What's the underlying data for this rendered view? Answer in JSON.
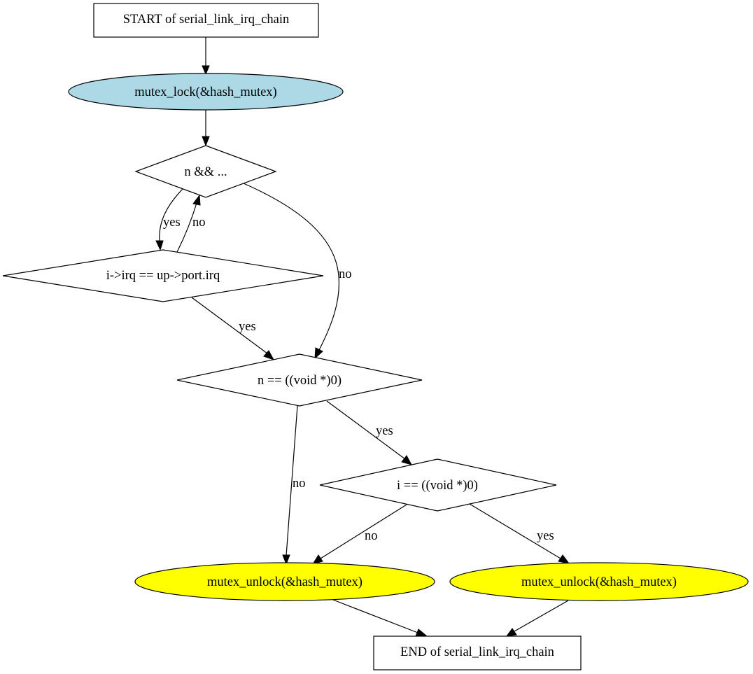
{
  "diagram": {
    "type": "flowchart",
    "function_name": "serial_link_irq_chain",
    "nodes": {
      "start": {
        "label": "START of serial_link_irq_chain",
        "shape": "box",
        "fill": "#ffffff"
      },
      "lock": {
        "label": "mutex_lock(&hash_mutex)",
        "shape": "ellipse",
        "fill": "#add8e6"
      },
      "cond_n_and": {
        "label": "n && ...",
        "shape": "diamond",
        "fill": "#ffffff"
      },
      "cond_irq": {
        "label": "i->irq == up->port.irq",
        "shape": "diamond",
        "fill": "#ffffff"
      },
      "cond_n_null": {
        "label": "n == ((void *)0)",
        "shape": "diamond",
        "fill": "#ffffff"
      },
      "cond_i_null": {
        "label": "i == ((void *)0)",
        "shape": "diamond",
        "fill": "#ffffff"
      },
      "unlock_left": {
        "label": "mutex_unlock(&hash_mutex)",
        "shape": "ellipse",
        "fill": "#ffff00"
      },
      "unlock_right": {
        "label": "mutex_unlock(&hash_mutex)",
        "shape": "ellipse",
        "fill": "#ffff00"
      },
      "end": {
        "label": "END of serial_link_irq_chain",
        "shape": "box",
        "fill": "#ffffff"
      }
    },
    "edges": [
      {
        "from": "start",
        "to": "lock",
        "label": ""
      },
      {
        "from": "lock",
        "to": "cond_n_and",
        "label": ""
      },
      {
        "from": "cond_n_and",
        "to": "cond_irq",
        "label": "yes"
      },
      {
        "from": "cond_irq",
        "to": "cond_n_and",
        "label": "no"
      },
      {
        "from": "cond_n_and",
        "to": "cond_n_null",
        "label": "no"
      },
      {
        "from": "cond_irq",
        "to": "cond_n_null",
        "label": "yes"
      },
      {
        "from": "cond_n_null",
        "to": "cond_i_null",
        "label": "yes"
      },
      {
        "from": "cond_n_null",
        "to": "unlock_left",
        "label": "no"
      },
      {
        "from": "cond_i_null",
        "to": "unlock_left",
        "label": "no"
      },
      {
        "from": "cond_i_null",
        "to": "unlock_right",
        "label": "yes"
      },
      {
        "from": "unlock_left",
        "to": "end",
        "label": ""
      },
      {
        "from": "unlock_right",
        "to": "end",
        "label": ""
      }
    ]
  }
}
